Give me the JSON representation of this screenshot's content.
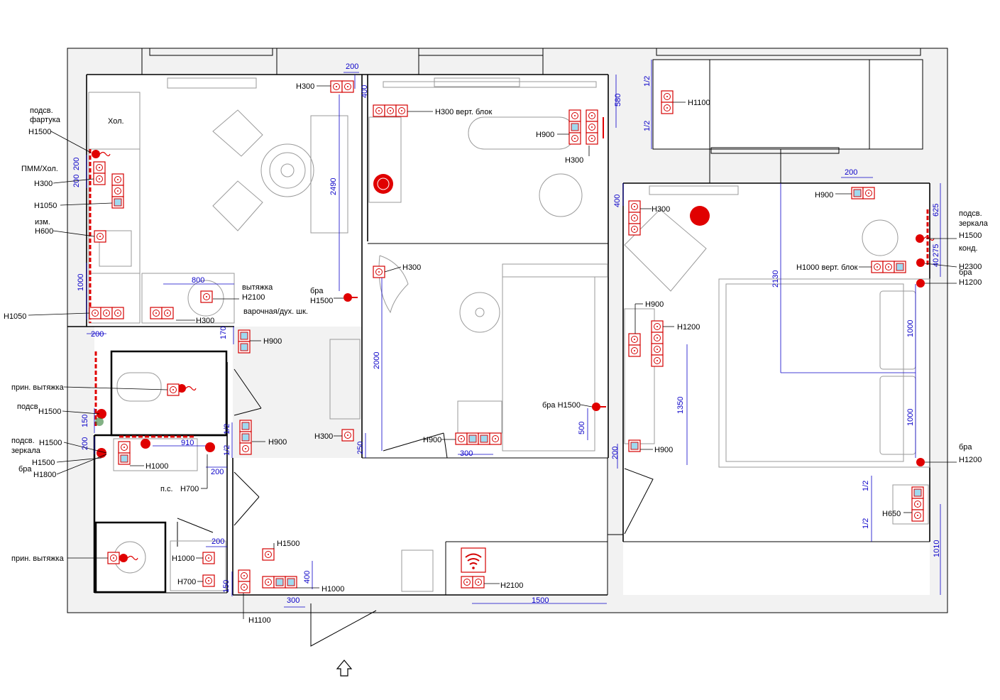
{
  "labels": {
    "hol": "Хол.",
    "podsv_fartuka_1": "подсв.",
    "podsv_fartuka_2": "фартука",
    "podsv_fartuka_3": "Н1500",
    "pmm": "ПММ/Хол.",
    "h300_kitchen": "Н300",
    "h1050_kitchen": "Н1050",
    "izm_1": "изм.",
    "izm_2": "Н600",
    "h1050_left": "Н1050",
    "vytyazhka_1": "вытяжка",
    "vytyazhka_2": "Н2100",
    "varochnaya": "варочная/дух. шк.",
    "h300_stove": "Н300",
    "h900_hall": "Н900",
    "h300_top": "Н300",
    "h300_vert": "Н300 верт. блок",
    "h900_living": "Н900",
    "h300_living": "Н300",
    "h300_living2": "Н300",
    "bra_living_1": "бра",
    "bra_living_2": "Н1500",
    "bra_living_right": "бра Н1500",
    "h300_living_bottom": "Н300",
    "h900_living_bottom": "Н900",
    "h1100_balcony": "Н1100",
    "h900_bed_top": "Н900",
    "h300_bed": "Н300",
    "podsv_zerkala_bed_1": "подсв.",
    "podsv_zerkala_bed_2": "зеркала",
    "podsv_zerkala_bed_3": "Н1500",
    "kond_1": "конд.",
    "kond_2": "Н2300",
    "h1000_vert": "Н1000 верт. блок",
    "bra_bed_1": "бра",
    "bra_bed_2": "Н1200",
    "h900_bed_mid": "Н900",
    "h1200_bed_mid": "Н1200",
    "h900_bed_low": "Н900",
    "bra_bed_low_1": "бра",
    "bra_bed_low_2": "Н1200",
    "h650": "Н650",
    "prin_vytyazhka_1": "прин. вытяжка",
    "podsv_wc_1": "подсв",
    "podsv_wc_2": "Н1500",
    "h1500_bath": "Н1500",
    "podsv_zerkala_bath_1": "подсв.",
    "podsv_zerkala_bath_2": "зеркала",
    "h1500_bath2": "Н1500",
    "bra_bath": "бра",
    "h1800": "Н1800",
    "h1000_bath": "Н1000",
    "h900_bath_right": "Н900",
    "ps": "п.с.",
    "h700_ps": "Н700",
    "prin_vytyazhka_2": "прин. вытяжка",
    "h1000_shower": "Н1000",
    "h700_shower": "Н700",
    "h1500_hall": "Н1500",
    "h1000_hall": "Н1000",
    "h1100_hall": "Н1100",
    "h2100_hall": "Н2100"
  },
  "dimensions": {
    "d200_top": "200",
    "d400_top": "400",
    "d580": "580",
    "d1_2_a": "1/2",
    "d1_2_b": "1/2",
    "d2490": "2490",
    "d200_k1": "200",
    "d200_k2": "200",
    "d1000_k": "1000",
    "d200_k_bottom": "200",
    "d800": "800",
    "d170": "170",
    "d2000": "2000",
    "d250": "250",
    "d300_living": "300",
    "d500": "500",
    "d200_bed": "200",
    "d400_bed": "400",
    "d625": "625",
    "d275": "275",
    "d40": "40",
    "d2130": "2130",
    "d1000_bed1": "1000",
    "d1000_bed2": "1000",
    "d1350": "1350",
    "d200_bed_low": "200",
    "d1_2_c": "1/2",
    "d1_2_d": "1/2",
    "d1010": "1010",
    "d150_wc": "150",
    "d200_bath": "200",
    "d910": "910",
    "d1_2_e": "1/2",
    "d1_2_f": "1/2",
    "d200_bath2": "200",
    "d200_shower": "200",
    "d150_hall": "150",
    "d400_hall": "400",
    "d300_hall": "300",
    "d1500_hall": "1500"
  },
  "colors": {
    "dimension": "#0a00c8",
    "electric": "#e00000",
    "switch_fill": "#9fd9ef",
    "furniture": "#9a9a9a"
  },
  "icons": [
    "wifi-icon",
    "entrance-arrow-icon",
    "socket-icon",
    "switch-icon",
    "lamp-icon"
  ]
}
